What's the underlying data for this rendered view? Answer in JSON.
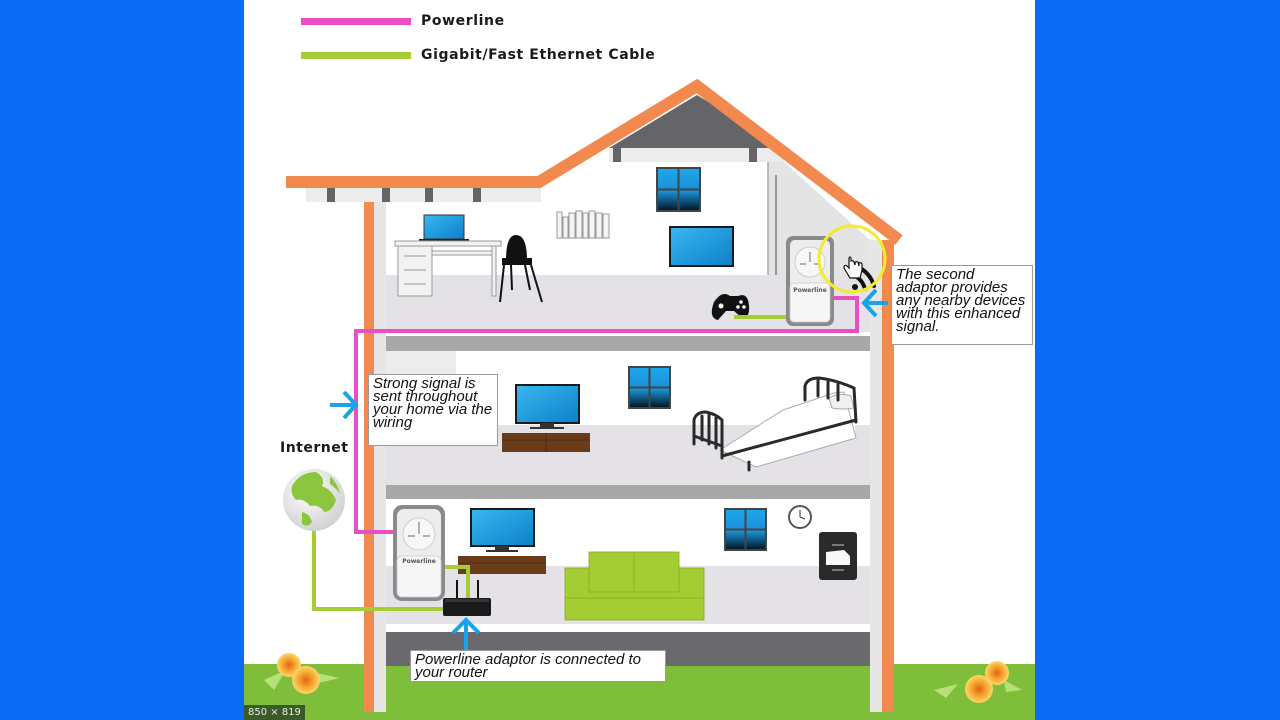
{
  "legend": [
    {
      "label": "Powerline",
      "color": "#e84fc5"
    },
    {
      "label": "Gigabit/Fast Ethernet Cable",
      "color": "#a5cc35"
    }
  ],
  "labels": {
    "internet": "Internet",
    "adaptor_brand": "Powerline"
  },
  "callouts": {
    "router": "Powerline adaptor is connected to your router",
    "wiring": "Strong signal is sent throughout your home via the wiring",
    "second_adaptor": "The second adaptor provides any nearby devices with this enhanced signal."
  },
  "image_size_badge": "850 × 819",
  "colors": {
    "page_background": "#0a6cf5",
    "roof": "#f28a4f",
    "powerline": "#e84fc5",
    "ethernet": "#a5cc35",
    "arrow": "#1aa3e8",
    "grass": "#7fbe3a",
    "floor_slab": "#a8a8a8",
    "dark_slab": "#6a6a6e",
    "screen": "#1e9ee0",
    "highlight_ring": "#f0ee2a"
  },
  "rooms": {
    "attic": [
      "laptop",
      "desk",
      "chair",
      "bookshelf",
      "window",
      "tv",
      "game-controller",
      "powerline-adaptor",
      "wifi-signal"
    ],
    "bedroom": [
      "tv",
      "tv-stand",
      "window",
      "bed"
    ],
    "living_room": [
      "powerline-adaptor",
      "tv",
      "tv-stand",
      "router",
      "sofa",
      "window",
      "wall-clock",
      "printer"
    ]
  }
}
